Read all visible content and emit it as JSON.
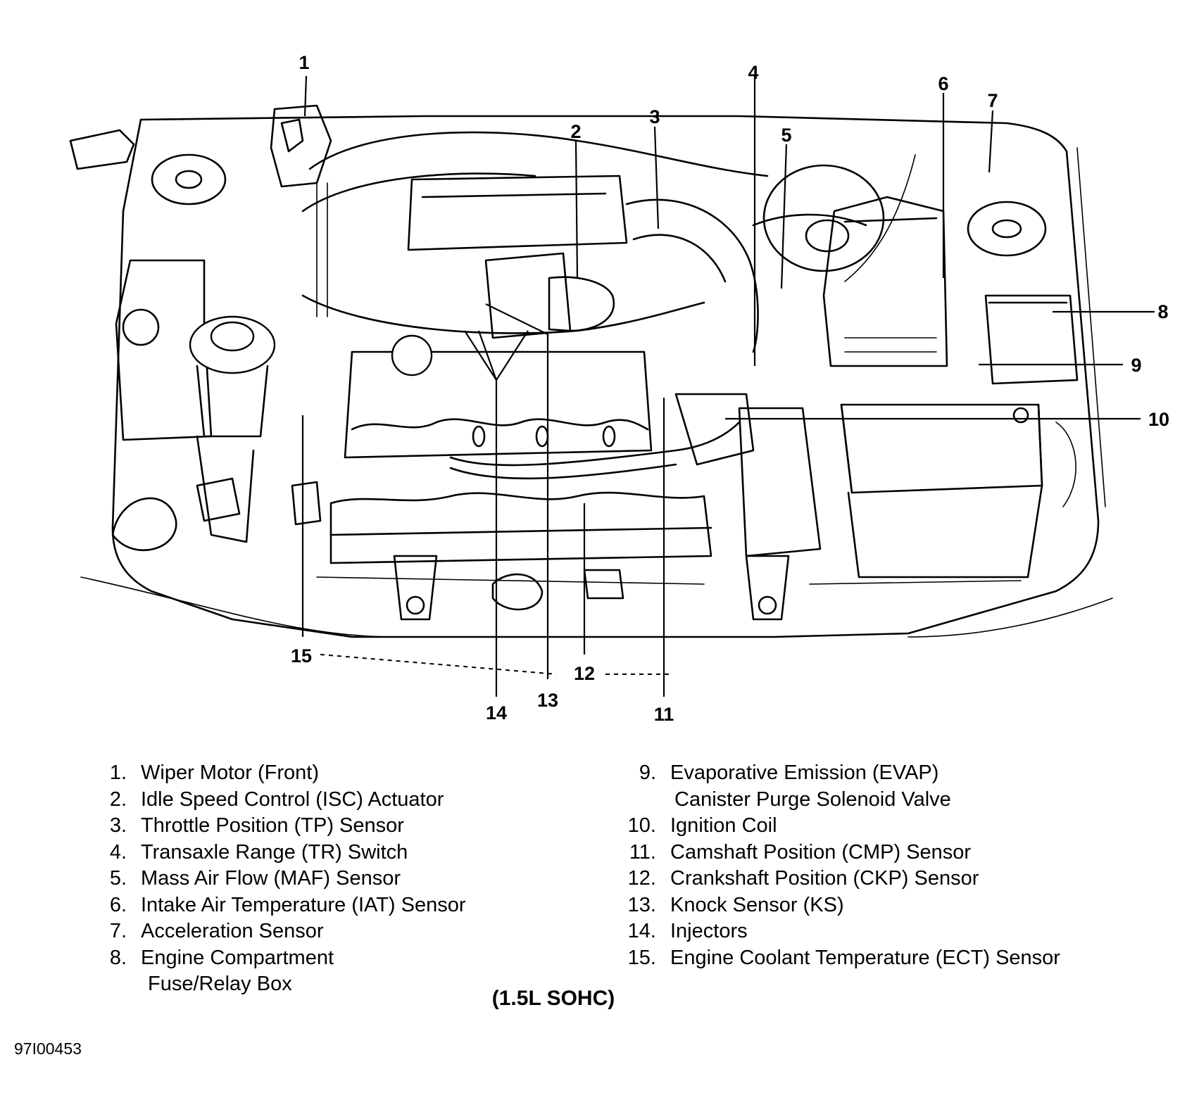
{
  "callouts": [
    "1",
    "2",
    "3",
    "4",
    "5",
    "6",
    "7",
    "8",
    "9",
    "10",
    "11",
    "12",
    "13",
    "14",
    "15"
  ],
  "legend_left": [
    {
      "num": "1.",
      "text": "Wiper Motor (Front)"
    },
    {
      "num": "2.",
      "text": "Idle Speed Control (ISC) Actuator"
    },
    {
      "num": "3.",
      "text": "Throttle Position (TP) Sensor"
    },
    {
      "num": "4.",
      "text": "Transaxle Range (TR) Switch"
    },
    {
      "num": "5.",
      "text": "Mass Air Flow (MAF) Sensor"
    },
    {
      "num": "6.",
      "text": "Intake Air Temperature (IAT) Sensor"
    },
    {
      "num": "7.",
      "text": "Acceleration Sensor"
    },
    {
      "num": "8.",
      "text": "Engine Compartment"
    },
    {
      "num": "",
      "text": "Fuse/Relay Box"
    }
  ],
  "legend_right": [
    {
      "num": "9.",
      "text": "Evaporative Emission (EVAP)"
    },
    {
      "num": "",
      "text": "Canister Purge Solenoid Valve"
    },
    {
      "num": "10.",
      "text": "Ignition Coil"
    },
    {
      "num": "11.",
      "text": "Camshaft Position (CMP) Sensor"
    },
    {
      "num": "12.",
      "text": "Crankshaft Position (CKP) Sensor"
    },
    {
      "num": "13.",
      "text": "Knock Sensor (KS)"
    },
    {
      "num": "14.",
      "text": "Injectors"
    },
    {
      "num": "15.",
      "text": "Engine Coolant Temperature (ECT) Sensor"
    }
  ],
  "caption": "(1.5L SOHC)",
  "figure_id": "97I00453"
}
